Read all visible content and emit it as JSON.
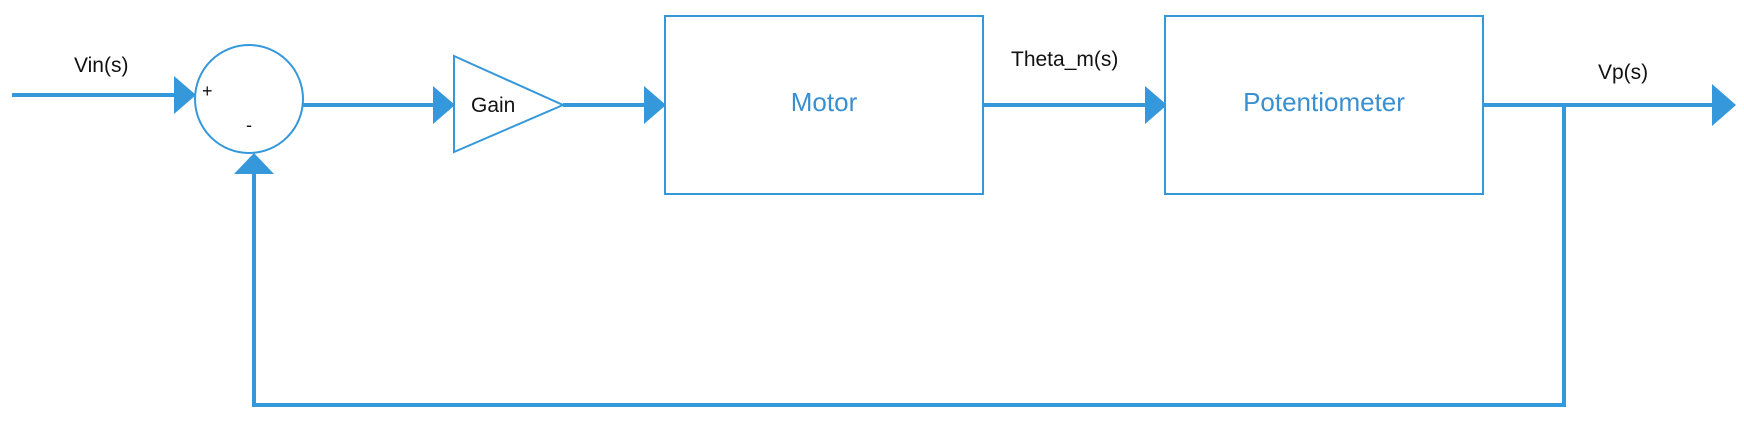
{
  "diagram": {
    "input_label": "Vin(s)",
    "summing_junction": {
      "plus_sign": "+",
      "minus_sign": "-"
    },
    "gain_label": "Gain",
    "motor_label": "Motor",
    "motor_output_label": "Theta_m(s)",
    "potentiometer_label": "Potentiometer",
    "output_label": "Vp(s)"
  },
  "colors": {
    "wire": "#3598db",
    "block_text": "#3a8fd0",
    "label_text": "#111111",
    "background": "#ffffff"
  }
}
